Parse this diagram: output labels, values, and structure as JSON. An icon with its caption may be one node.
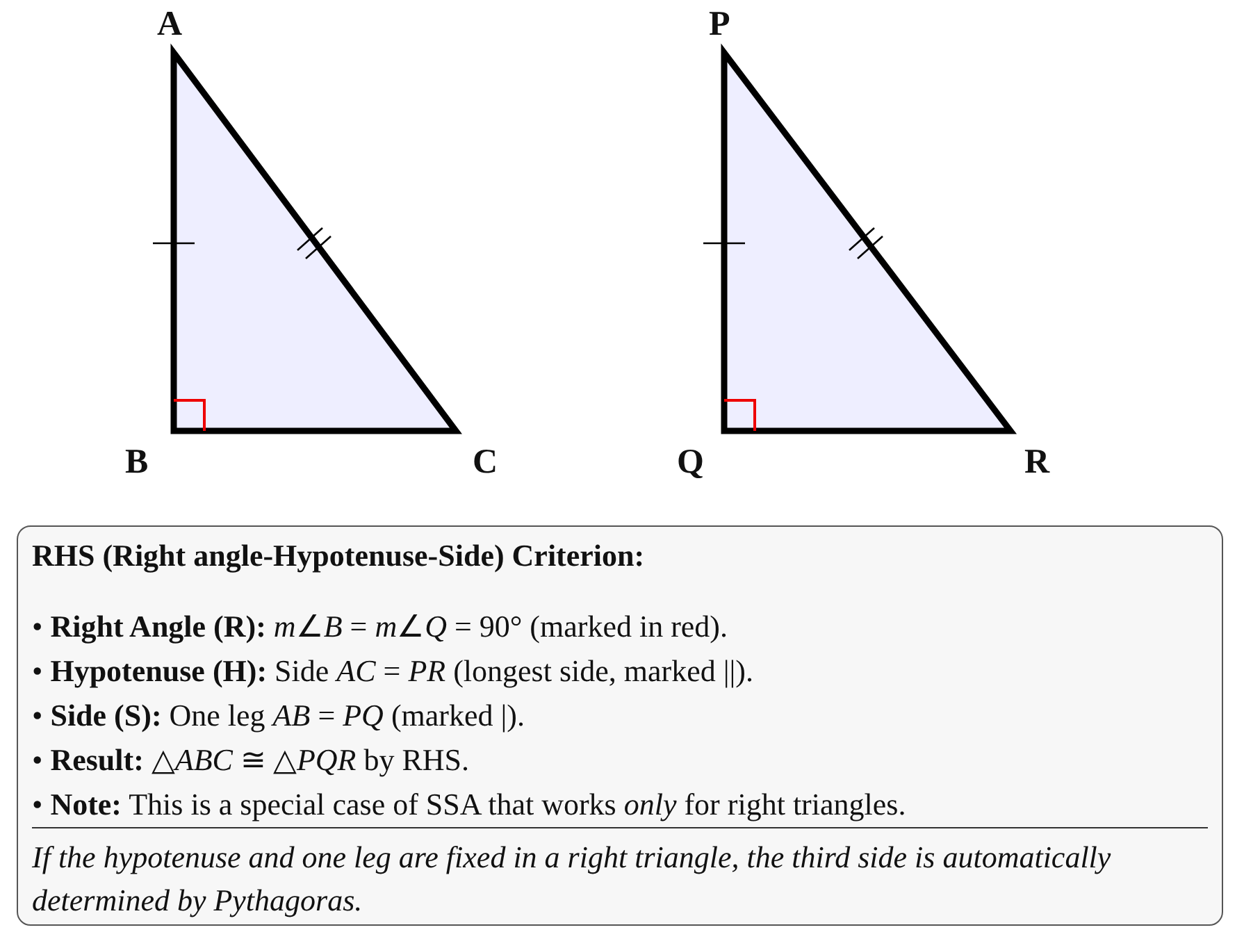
{
  "diagram": {
    "nodes": [
      {
        "text": [
          "RHS (Right angle-Hypotenuse-Side) Criterion:",
          "• **Right Angle (R):** *m*∠*B* = *m*∠*Q* = 90° (marked in red).",
          "• **Hypotenuse (H):** Side *AC* = *PR* (longest side, marked ||).",
          "• **Side (S):** One leg *AB* = *PQ* (marked |).",
          "• **Result:** △*ABC* ≅ △*PQR* by RHS.",
          "• **Note:** This is a special case of SSA that works *only* for right triangles.",
          "If the hypotenuse and one leg are fixed in a right triangle, the third side is automatically determined by Pythagoras."
        ]
      }
    ],
    "edges": [],
    "labels": [
      "A",
      "P",
      "B",
      "C",
      "Q",
      "R"
    ]
  }
}
